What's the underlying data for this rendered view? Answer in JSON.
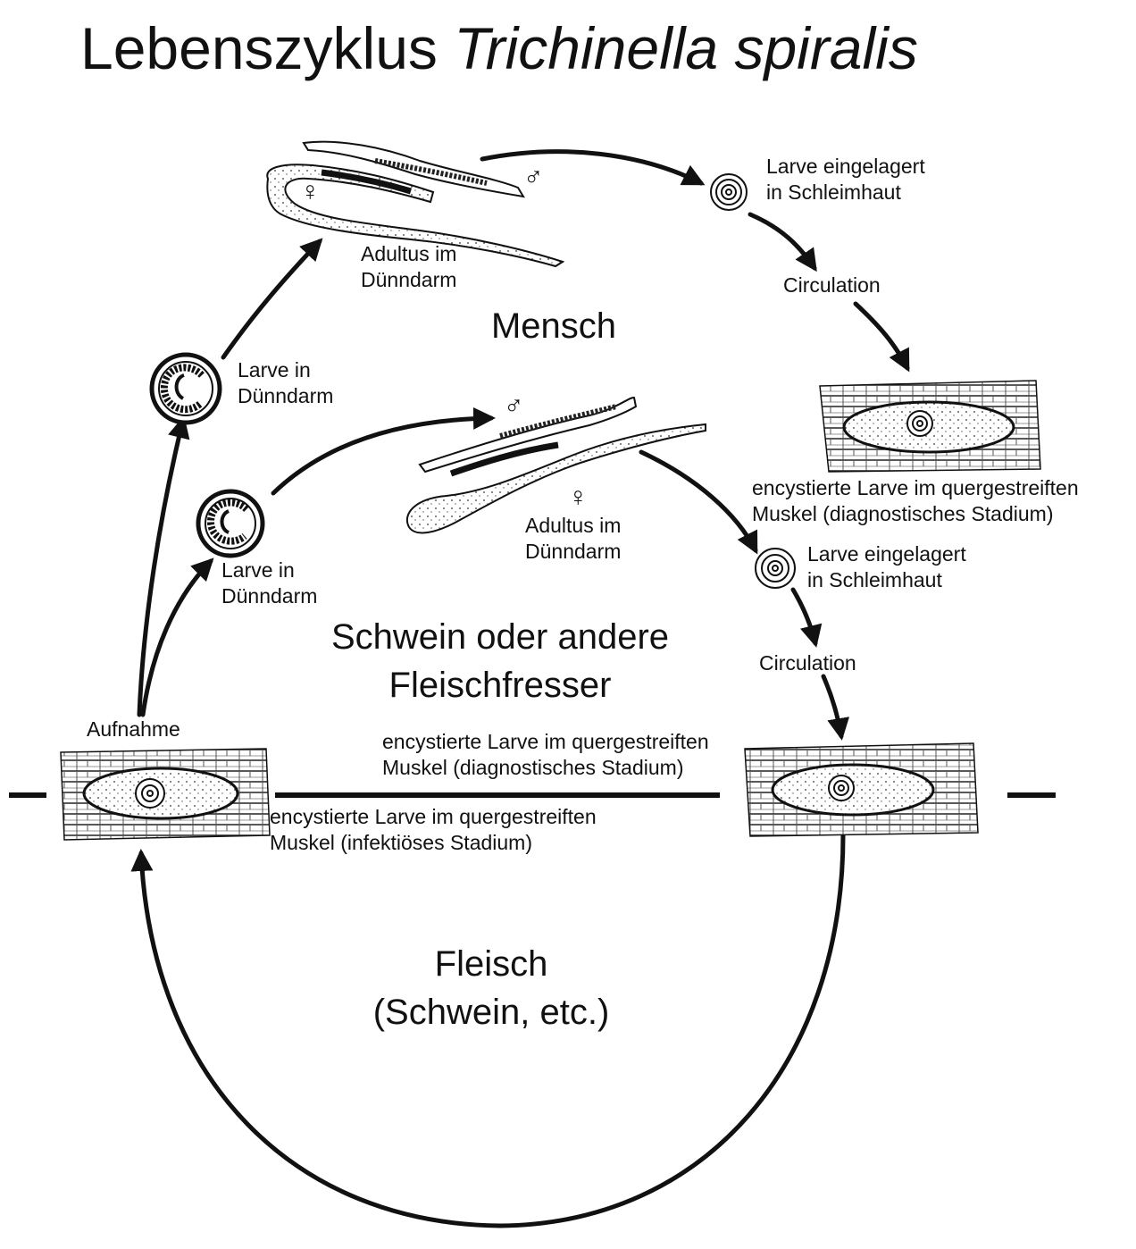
{
  "title": {
    "main": "Lebenszyklus",
    "species": "Trichinella spiralis"
  },
  "hosts": {
    "human": "Mensch",
    "animal_line1": "Schwein oder andere",
    "animal_line2": "Fleischfresser",
    "meat_line1": "Fleisch",
    "meat_line2": "(Schwein, etc.)"
  },
  "labels": {
    "human_adult_l1": "Adultus im",
    "human_adult_l2": "Dünndarm",
    "human_mucosa_l1": "Larve eingelagert",
    "human_mucosa_l2": "in Schleimhaut",
    "human_circulation": "Circulation",
    "human_larva_l1": "Larve in",
    "human_larva_l2": "Dünndarm",
    "human_cyst_l1": "encystierte Larve im quergestreiften",
    "human_cyst_l2": "Muskel (diagnostisches Stadium)",
    "animal_larva_l1": "Larve in",
    "animal_larva_l2": "Dünndarm",
    "animal_adult_l1": "Adultus im",
    "animal_adult_l2": "Dünndarm",
    "animal_mucosa_l1": "Larve eingelagert",
    "animal_mucosa_l2": "in Schleimhaut",
    "animal_circulation": "Circulation",
    "animal_cyst_l1": "encystierte Larve im quergestreiften",
    "animal_cyst_l2": "Muskel (diagnostisches Stadium)",
    "ingestion": "Aufnahme",
    "infective_l1": "encystierte Larve im quergestreiften",
    "infective_l2": "Muskel (infektiöses Stadium)"
  },
  "symbols": {
    "male": "♂",
    "female": "♀"
  },
  "colors": {
    "ink": "#111111",
    "background": "#ffffff"
  }
}
